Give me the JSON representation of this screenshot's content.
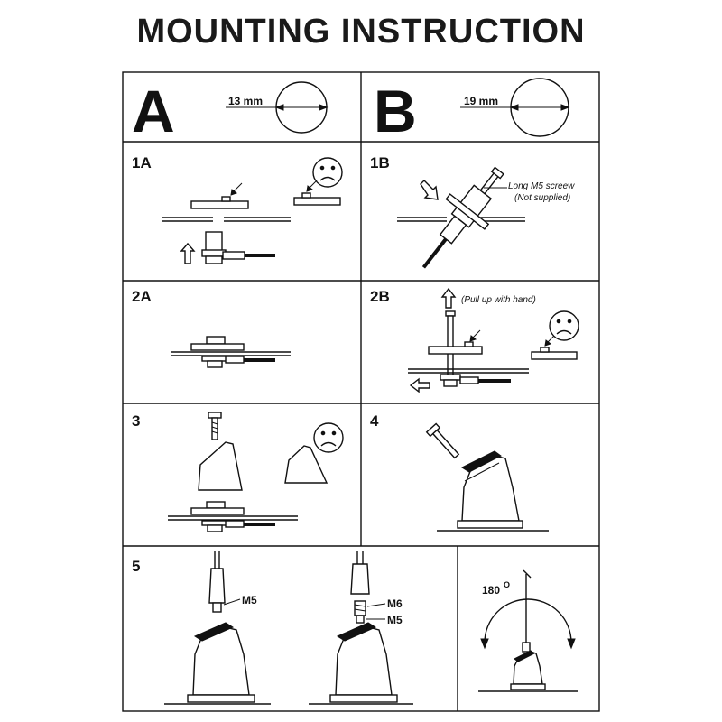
{
  "title": "MOUNTING INSTRUCTION",
  "header": {
    "option_a": {
      "letter": "A",
      "hole_size": "13 mm"
    },
    "option_b": {
      "letter": "B",
      "hole_size": "19 mm"
    }
  },
  "steps": {
    "s1a": {
      "label": "1A"
    },
    "s1b": {
      "label": "1B",
      "screw_note_line1": "Long M5 screew",
      "screw_note_line2": "(Not supplied)"
    },
    "s2a": {
      "label": "2A"
    },
    "s2b": {
      "label": "2B",
      "pull_note": "(Pull up with hand)"
    },
    "s3": {
      "label": "3"
    },
    "s4": {
      "label": "4"
    },
    "s5": {
      "label": "5",
      "m5_left": "M5",
      "m6": "M6",
      "m5_right": "M5"
    },
    "rotation": {
      "angle_value": "180",
      "angle_unit": "O"
    }
  }
}
